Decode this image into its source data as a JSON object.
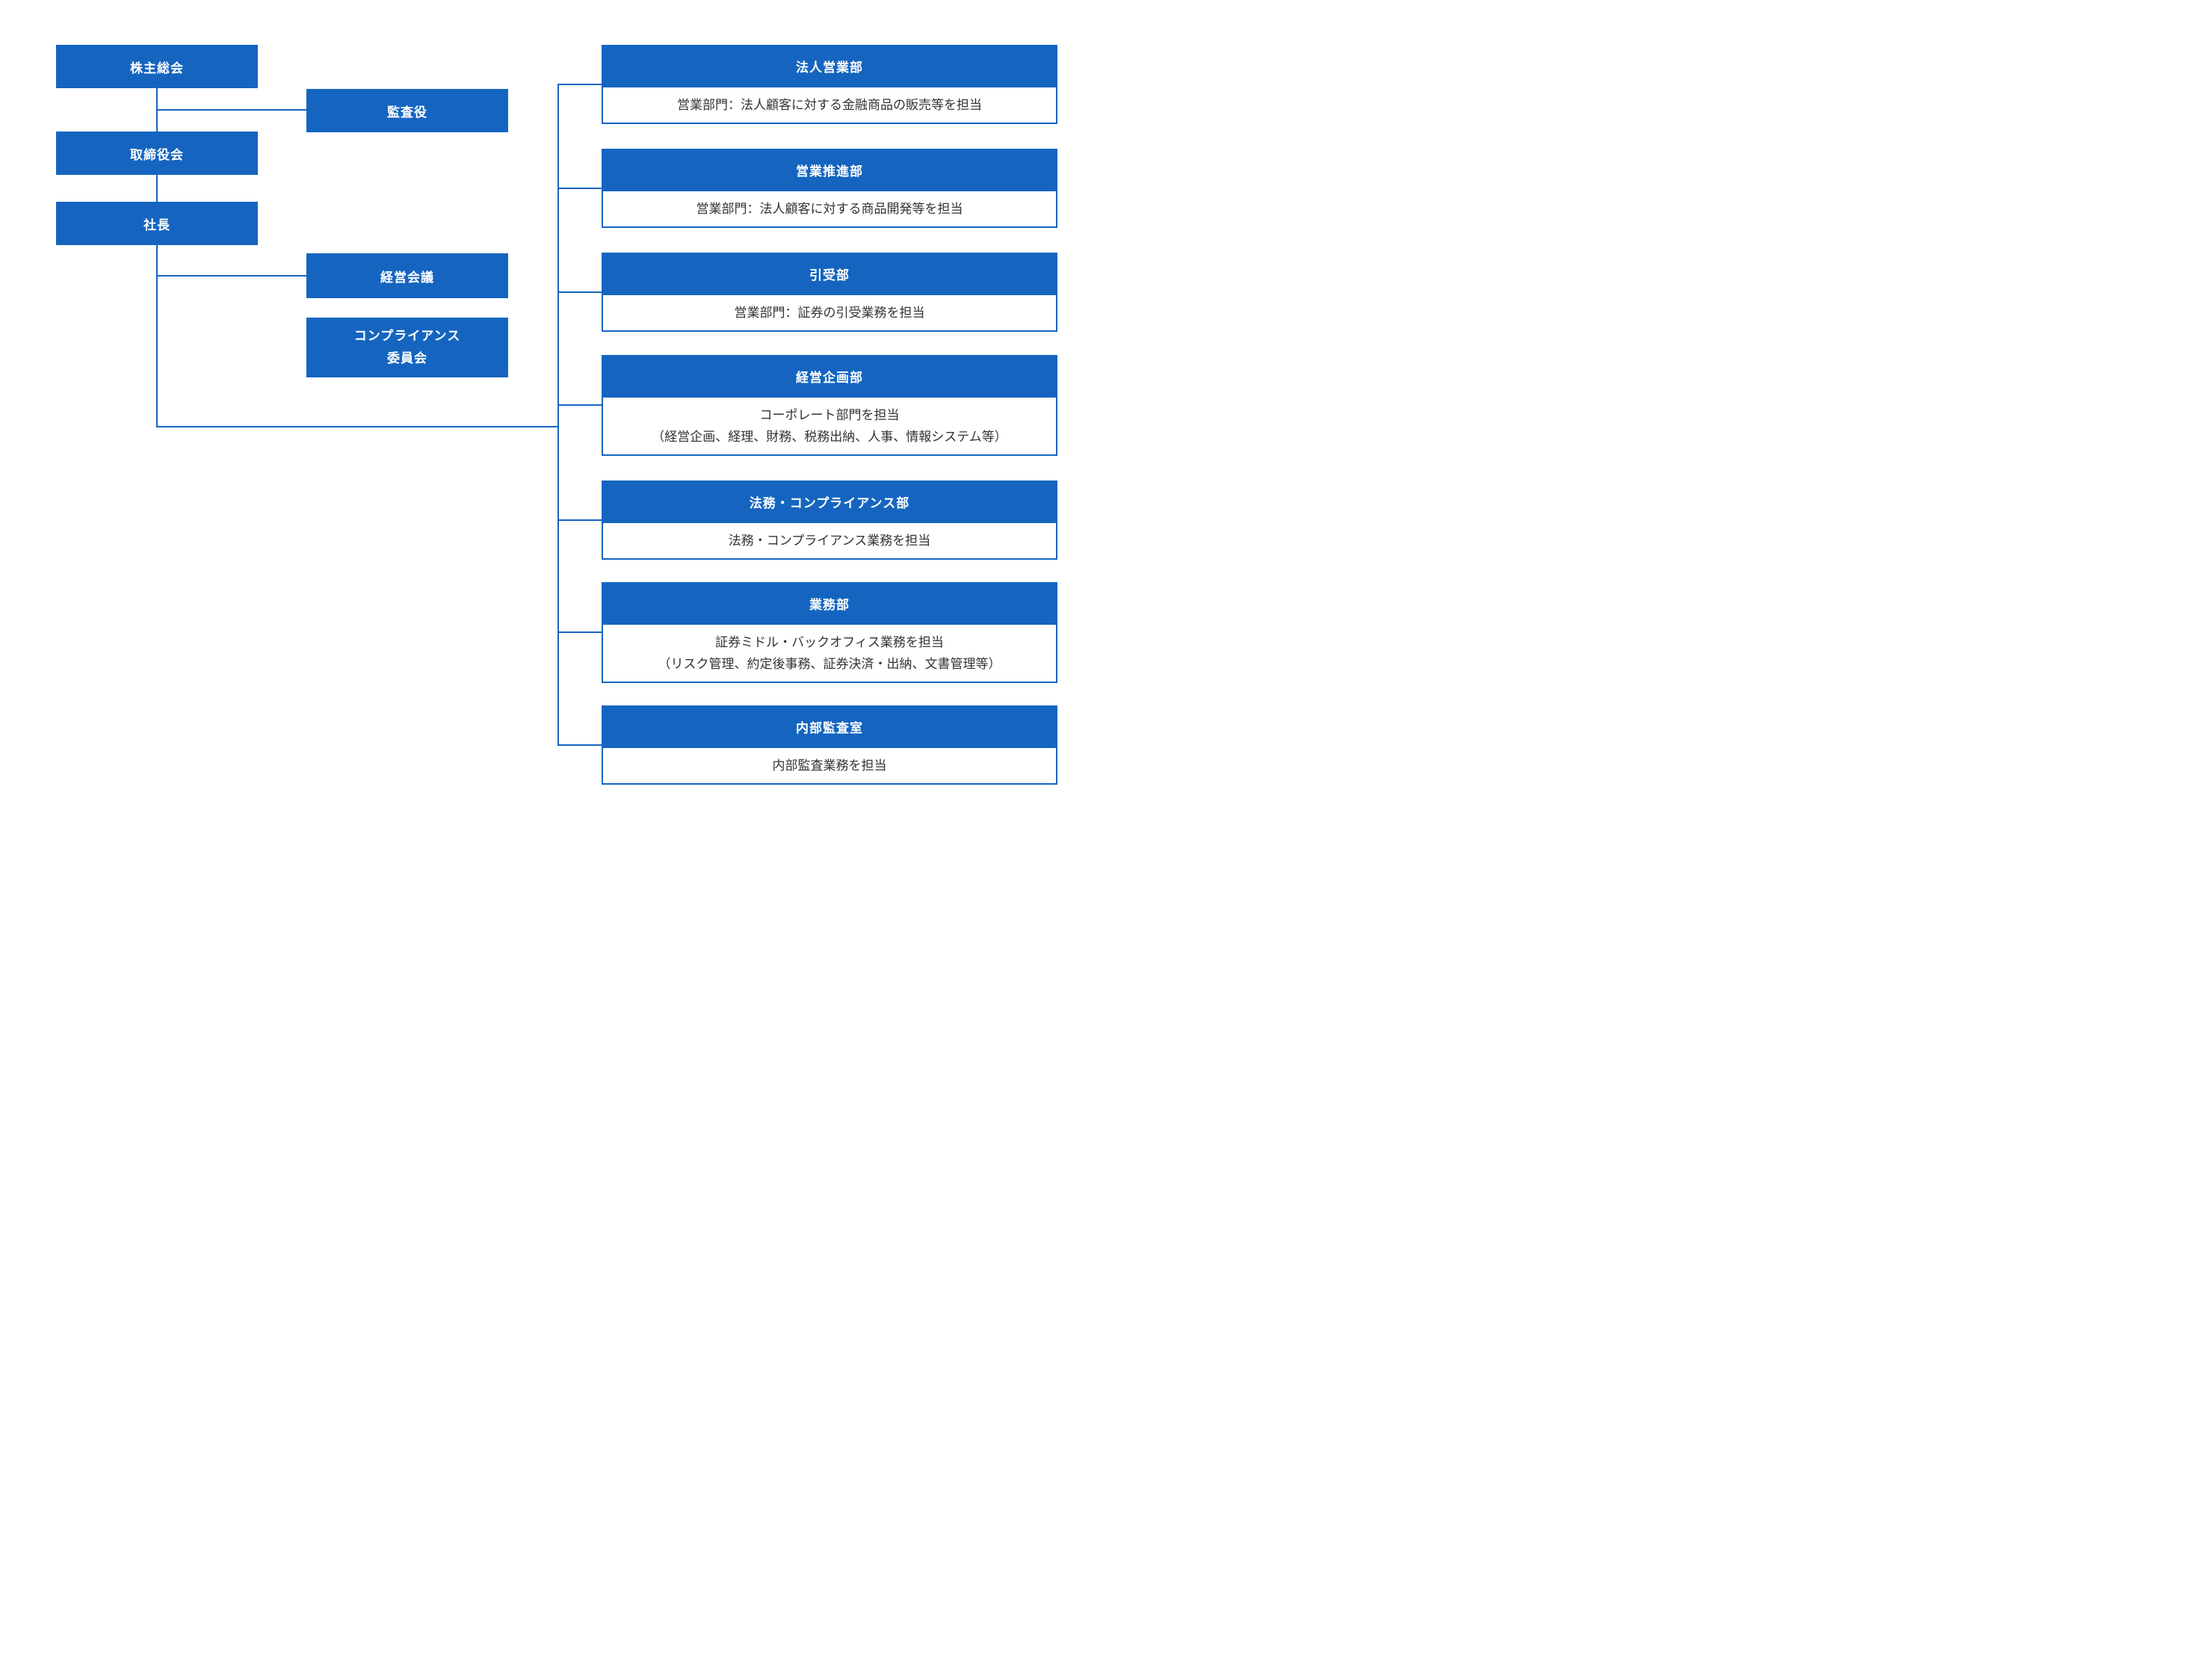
{
  "colors": {
    "primary": "#1565c0",
    "body_text": "#333333",
    "background": "#ffffff"
  },
  "governance": {
    "shareholders": "株主総会",
    "auditor": "監査役",
    "board_of_directors": "取締役会",
    "president": "社長",
    "management_meeting": "経営会議",
    "compliance_committee": [
      "コンプライアンス",
      "委員会"
    ]
  },
  "departments": [
    {
      "name": "法人営業部",
      "desc": [
        "営業部門：法人顧客に対する金融商品の販売等を担当"
      ]
    },
    {
      "name": "営業推進部",
      "desc": [
        "営業部門：法人顧客に対する商品開発等を担当"
      ]
    },
    {
      "name": "引受部",
      "desc": [
        "営業部門：証券の引受業務を担当"
      ]
    },
    {
      "name": "経営企画部",
      "desc": [
        "コーポレート部門を担当",
        "（経営企画、経理、財務、税務出納、人事、情報システム等）"
      ]
    },
    {
      "name": "法務・コンプライアンス部",
      "desc": [
        "法務・コンプライアンス業務を担当"
      ]
    },
    {
      "name": "業務部",
      "desc": [
        "証券ミドル・バックオフィス業務を担当",
        "（リスク管理、約定後事務、証券決済・出納、文書管理等）"
      ]
    },
    {
      "name": "内部監査室",
      "desc": [
        "内部監査業務を担当"
      ]
    }
  ]
}
